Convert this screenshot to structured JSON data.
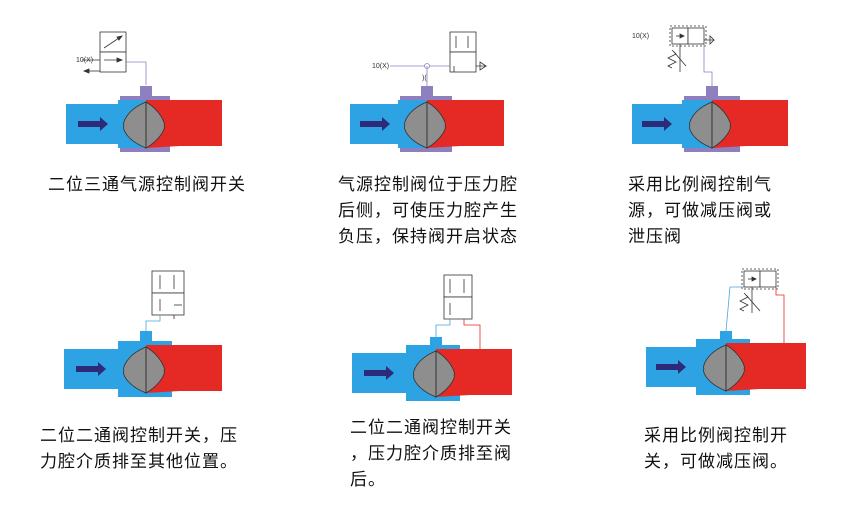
{
  "panels": [
    {
      "caption": "二位三通气源控制阀开关",
      "signal_label": "10(X)"
    },
    {
      "caption": "气源控制阀位于压力腔\n后侧，可使压力腔产生\n负压，保持阀开启状态",
      "signal_label": "10(X)"
    },
    {
      "caption": "采用比例阀控制气\n源，可做减压阀或\n泄压阀",
      "signal_label": "10(X)"
    },
    {
      "caption": "二位二通阀控制开关，压\n力腔介质排至其他位置。"
    },
    {
      "caption": "二位二通阀控制开关\n，压力腔介质排至阀\n后。"
    },
    {
      "caption": "采用比例阀控制开\n关，可做减压阀。"
    }
  ],
  "colors": {
    "inlet_blue": "#2ea3e3",
    "outlet_red": "#e52a25",
    "flow_arrow": "#2e2a7a",
    "disc_gray": "#8e8e8e",
    "chamber_purple": "#8e7fbf",
    "pipe_line": "#4aa3e0",
    "signal_line": "#b04040"
  }
}
